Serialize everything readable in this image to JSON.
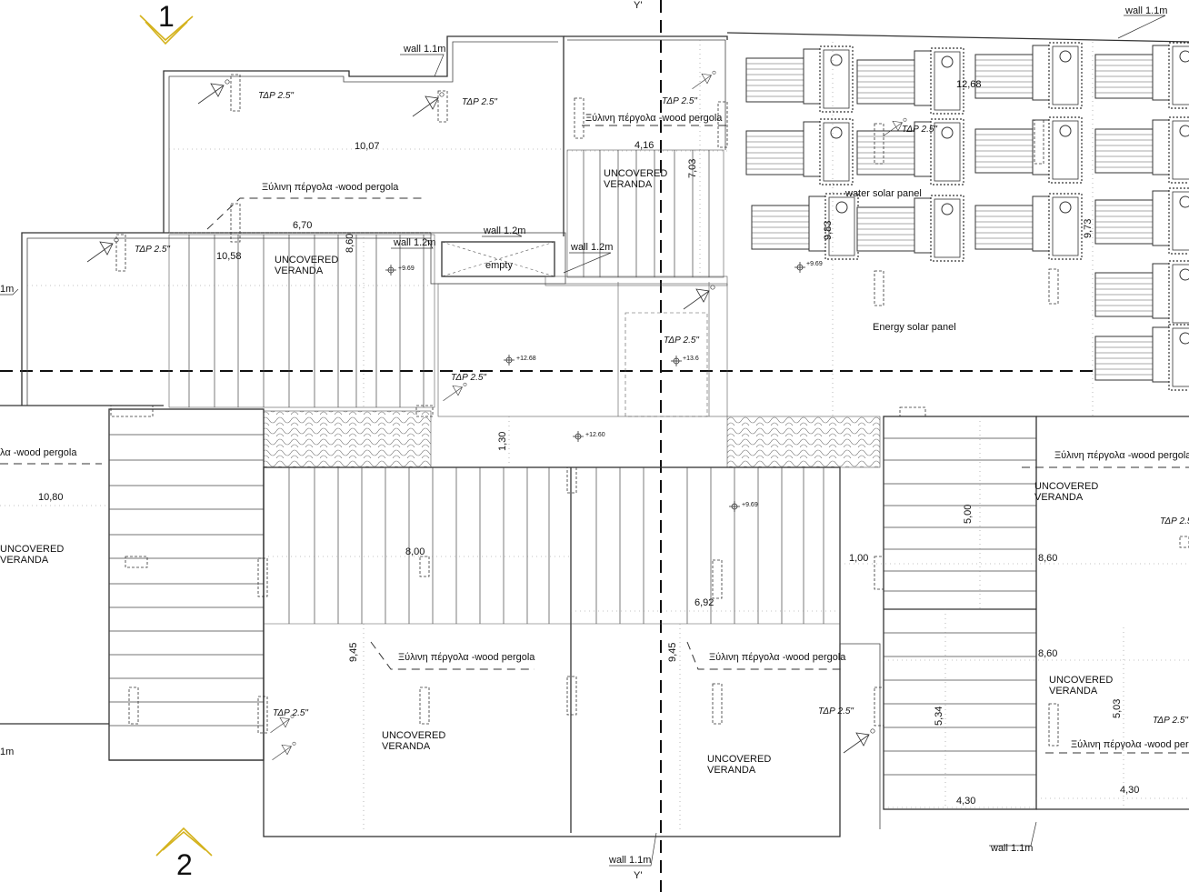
{
  "sections": {
    "top": "1",
    "bottom": "2",
    "axis_top": "Y'",
    "axis_bottom": "Y'"
  },
  "walls": {
    "wall11_a": "wall 1.1m",
    "wall11_b": "wall 1.1m",
    "wall11_c": "wall 1.1m",
    "wall11_d": "wall 1.1m",
    "wall12_a": "wall 1.2m",
    "wall12_b": "wall 1.2m",
    "wall12_c": "wall 1.2m",
    "wall_left_top": "1m",
    "wall_left_bot": "1m"
  },
  "slopes": {
    "s1": "ΤΔΡ 2.5\"",
    "s2": "ΤΔΡ 2.5\"",
    "s3": "ΤΔΡ 2.5\"",
    "s4": "ΤΔΡ 2.5\"",
    "s5": "ΤΔΡ 2.5\"",
    "s6": "ΤΔΡ 2.5\"",
    "s7": "ΤΔΡ 2.5\"",
    "s8": "ΤΔΡ 2.5\"",
    "s9": "ΤΔΡ 2.5\"",
    "s10": "ΤΔΡ 2.5\"",
    "s11": "ΤΔΡ 2.5\""
  },
  "labels": {
    "pergola_a": "Ξύλινη πέργολα -wood pergola",
    "pergola_b": "Ξύλινη πέργολα -wood pergola",
    "pergola_c": "λα -wood pergola",
    "pergola_d": "Ξύλινη πέργολα -wood pergola",
    "pergola_e": "Ξύλινη πέργολα -wood pergola",
    "pergola_f": "Ξύλινη πέργολα -wood pergola",
    "pergola_g": "Ξύλινη πέργολα -wood perg",
    "uncovered1": "UNCOVERED",
    "veranda1": "VERANDA",
    "uncovered2": "UNCOVERED",
    "veranda2": "VERANDA",
    "uncovered3": "UNCOVERED",
    "veranda3": "VERANDA",
    "uncovered4": "UNCOVERED",
    "veranda4": "VERANDA",
    "uncovered5": "UNCOVERED",
    "veranda5": "VERANDA",
    "uncovered6": "UNCOVERED",
    "veranda6": "VERANDA",
    "uncovered7": "UNCOVERED",
    "veranda7": "VERANDA",
    "empty": "empty",
    "water_solar": "water solar panel",
    "energy_solar": "Energy solar panel"
  },
  "levels": {
    "l1": "+9.69",
    "l2": "+9.69",
    "l3": "+12.68",
    "l4": "+13.6",
    "l5": "+12.60",
    "l6": "+9.69"
  },
  "dimensions": {
    "d1": "10,07",
    "d2": "4,16",
    "d3": "7,03",
    "d4": "6,70",
    "d5": "8,60",
    "d6": "10,58",
    "d7": "12,68",
    "d8": "9,83",
    "d9": "9,73",
    "d10": "1,30",
    "d11": "10,80",
    "d12": "8,00",
    "d13": "6,92",
    "d14": "9,45",
    "d15": "9,45",
    "d16": "1,00",
    "d17": "5,00",
    "d18": "8,60",
    "d19": "8,60",
    "d20": "5,34",
    "d21": "5,03",
    "d22": "4,30",
    "d23": "4,30"
  },
  "colors": {
    "section_marker": "#d4b21c",
    "line": "#333333"
  }
}
